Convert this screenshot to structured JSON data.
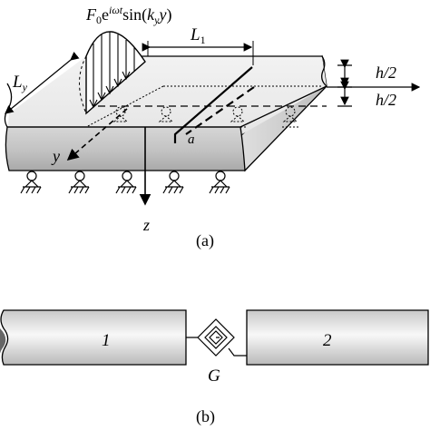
{
  "figure_a": {
    "force_label_prefix": "F",
    "force_label_sub": "0",
    "force_label_e": "e",
    "force_label_exp": "iωt",
    "force_label_sin": "sin(",
    "force_label_k": "k",
    "force_label_ksub": "y",
    "force_label_y": "y",
    "force_label_close": ")",
    "length_L1_main": "L",
    "length_L1_sub": "1",
    "length_Ly_main": "L",
    "length_Ly_sub": "y",
    "half_thickness_top": "h/2",
    "half_thickness_bottom": "h/2",
    "crack_label": "a",
    "y_axis_label": "y",
    "z_axis_label": "z",
    "caption": "(a)"
  },
  "figure_b": {
    "beam_left_label": "1",
    "beam_right_label": "2",
    "spring_label": "G",
    "caption": "(b)"
  }
}
